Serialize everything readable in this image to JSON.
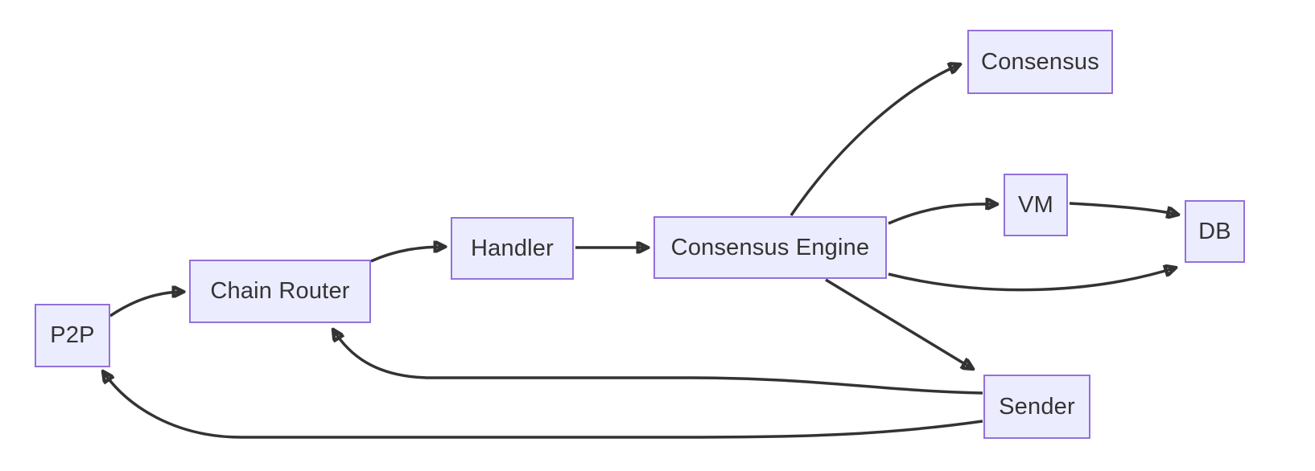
{
  "diagram": {
    "kind": "flowchart",
    "background_color": "#ffffff",
    "colors": {
      "node_fill": "#ececff",
      "node_border": "#9370db",
      "edge_stroke": "#333333",
      "text": "#333333"
    },
    "nodes": [
      {
        "id": "p2p",
        "label": "P2P"
      },
      {
        "id": "chain_router",
        "label": "Chain Router"
      },
      {
        "id": "handler",
        "label": "Handler"
      },
      {
        "id": "consensus_engine",
        "label": "Consensus Engine"
      },
      {
        "id": "consensus",
        "label": "Consensus"
      },
      {
        "id": "vm",
        "label": "VM"
      },
      {
        "id": "db",
        "label": "DB"
      },
      {
        "id": "sender",
        "label": "Sender"
      }
    ],
    "edges": [
      {
        "from": "P2P",
        "to": "Chain Router"
      },
      {
        "from": "Chain Router",
        "to": "Handler"
      },
      {
        "from": "Handler",
        "to": "Consensus Engine"
      },
      {
        "from": "Consensus Engine",
        "to": "Consensus"
      },
      {
        "from": "Consensus Engine",
        "to": "VM"
      },
      {
        "from": "VM",
        "to": "DB"
      },
      {
        "from": "Consensus Engine",
        "to": "DB"
      },
      {
        "from": "Consensus Engine",
        "to": "Sender"
      },
      {
        "from": "Sender",
        "to": "Chain Router"
      },
      {
        "from": "Sender",
        "to": "P2P"
      }
    ]
  }
}
